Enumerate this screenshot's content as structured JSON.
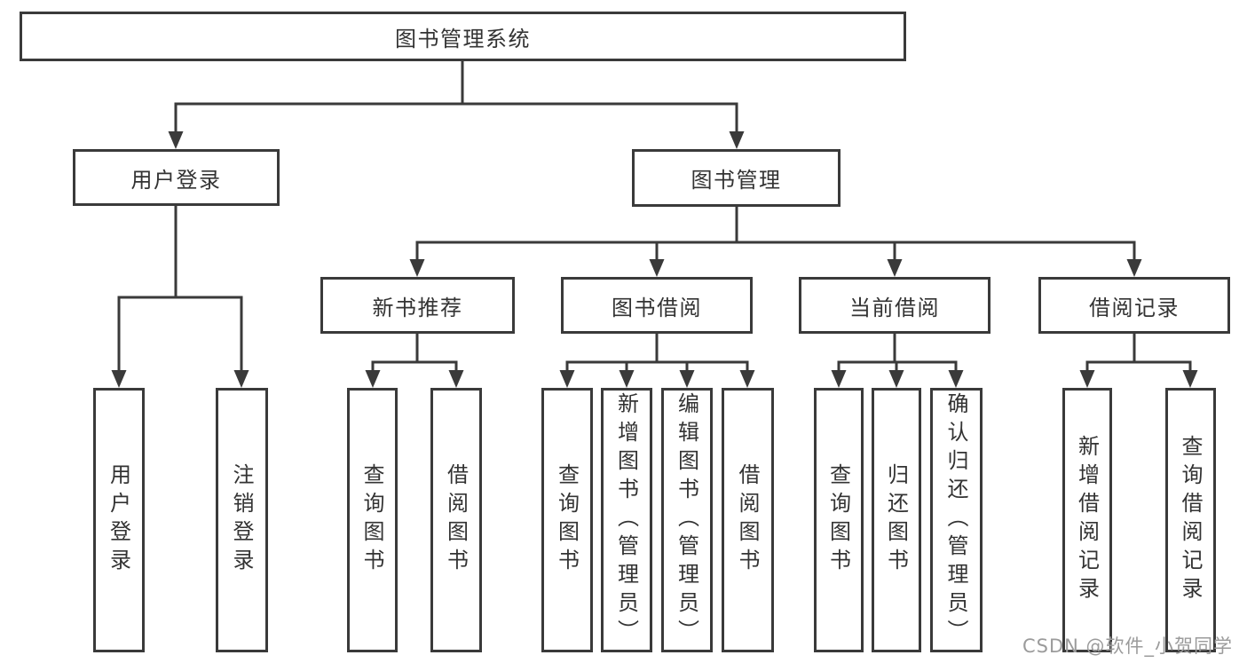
{
  "diagram": {
    "root": "图书管理系统",
    "children": [
      {
        "label": "用户登录",
        "children": [
          "用户登录",
          "注销登录"
        ]
      },
      {
        "label": "图书管理",
        "children": [
          {
            "label": "新书推荐",
            "children": [
              "查询图书",
              "借阅图书"
            ]
          },
          {
            "label": "图书借阅",
            "children": [
              "查询图书",
              "新增图书（管理员）",
              "编辑图书（管理员）",
              "借阅图书"
            ]
          },
          {
            "label": "当前借阅",
            "children": [
              "查询图书",
              "归还图书",
              "确认归还（管理员）"
            ]
          },
          {
            "label": "借阅记录",
            "children": [
              "新增借阅记录",
              "查询借阅记录"
            ]
          }
        ]
      }
    ]
  },
  "watermark": "CSDN @软件_小贺同学",
  "colors": {
    "background": "#ffffff",
    "line": "#3a3a3a",
    "text": "#333333",
    "watermark": "#9b9b9b"
  }
}
